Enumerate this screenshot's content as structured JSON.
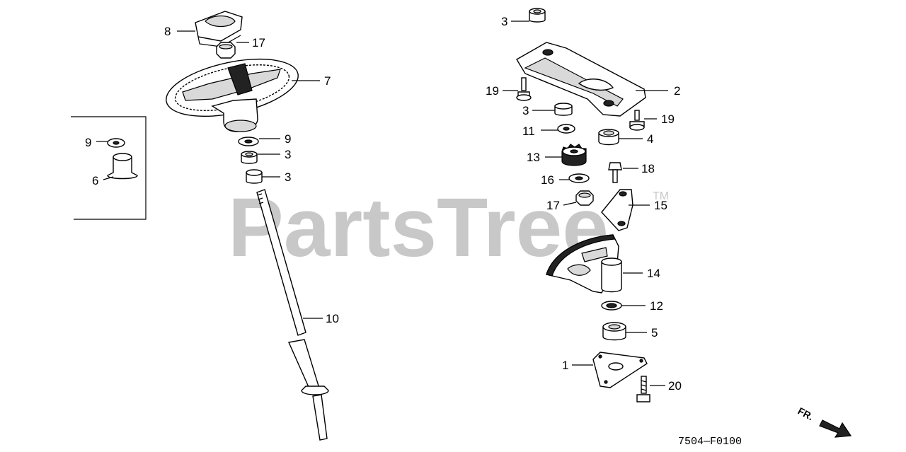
{
  "watermark": {
    "text": "PartsTree",
    "trademark": "TM"
  },
  "diagram_code": "7504—F0100",
  "front_indicator": "FR.",
  "callouts": [
    {
      "id": "c8a",
      "text": "8"
    },
    {
      "id": "c17a",
      "text": "17"
    },
    {
      "id": "c7",
      "text": "7"
    },
    {
      "id": "c9a",
      "text": "9"
    },
    {
      "id": "c6",
      "text": "6"
    },
    {
      "id": "c9b",
      "text": "9"
    },
    {
      "id": "c3a",
      "text": "3"
    },
    {
      "id": "c3b",
      "text": "3"
    },
    {
      "id": "c10",
      "text": "10"
    },
    {
      "id": "c3c",
      "text": "3"
    },
    {
      "id": "c2",
      "text": "2"
    },
    {
      "id": "c19a",
      "text": "19"
    },
    {
      "id": "c3d",
      "text": "3"
    },
    {
      "id": "c19b",
      "text": "19"
    },
    {
      "id": "c11",
      "text": "11"
    },
    {
      "id": "c4",
      "text": "4"
    },
    {
      "id": "c13",
      "text": "13"
    },
    {
      "id": "c18",
      "text": "18"
    },
    {
      "id": "c16",
      "text": "16"
    },
    {
      "id": "c15",
      "text": "15"
    },
    {
      "id": "c17b",
      "text": "17"
    },
    {
      "id": "c14",
      "text": "14"
    },
    {
      "id": "c12",
      "text": "12"
    },
    {
      "id": "c5",
      "text": "5"
    },
    {
      "id": "c1",
      "text": "1"
    },
    {
      "id": "c20",
      "text": "20"
    }
  ]
}
